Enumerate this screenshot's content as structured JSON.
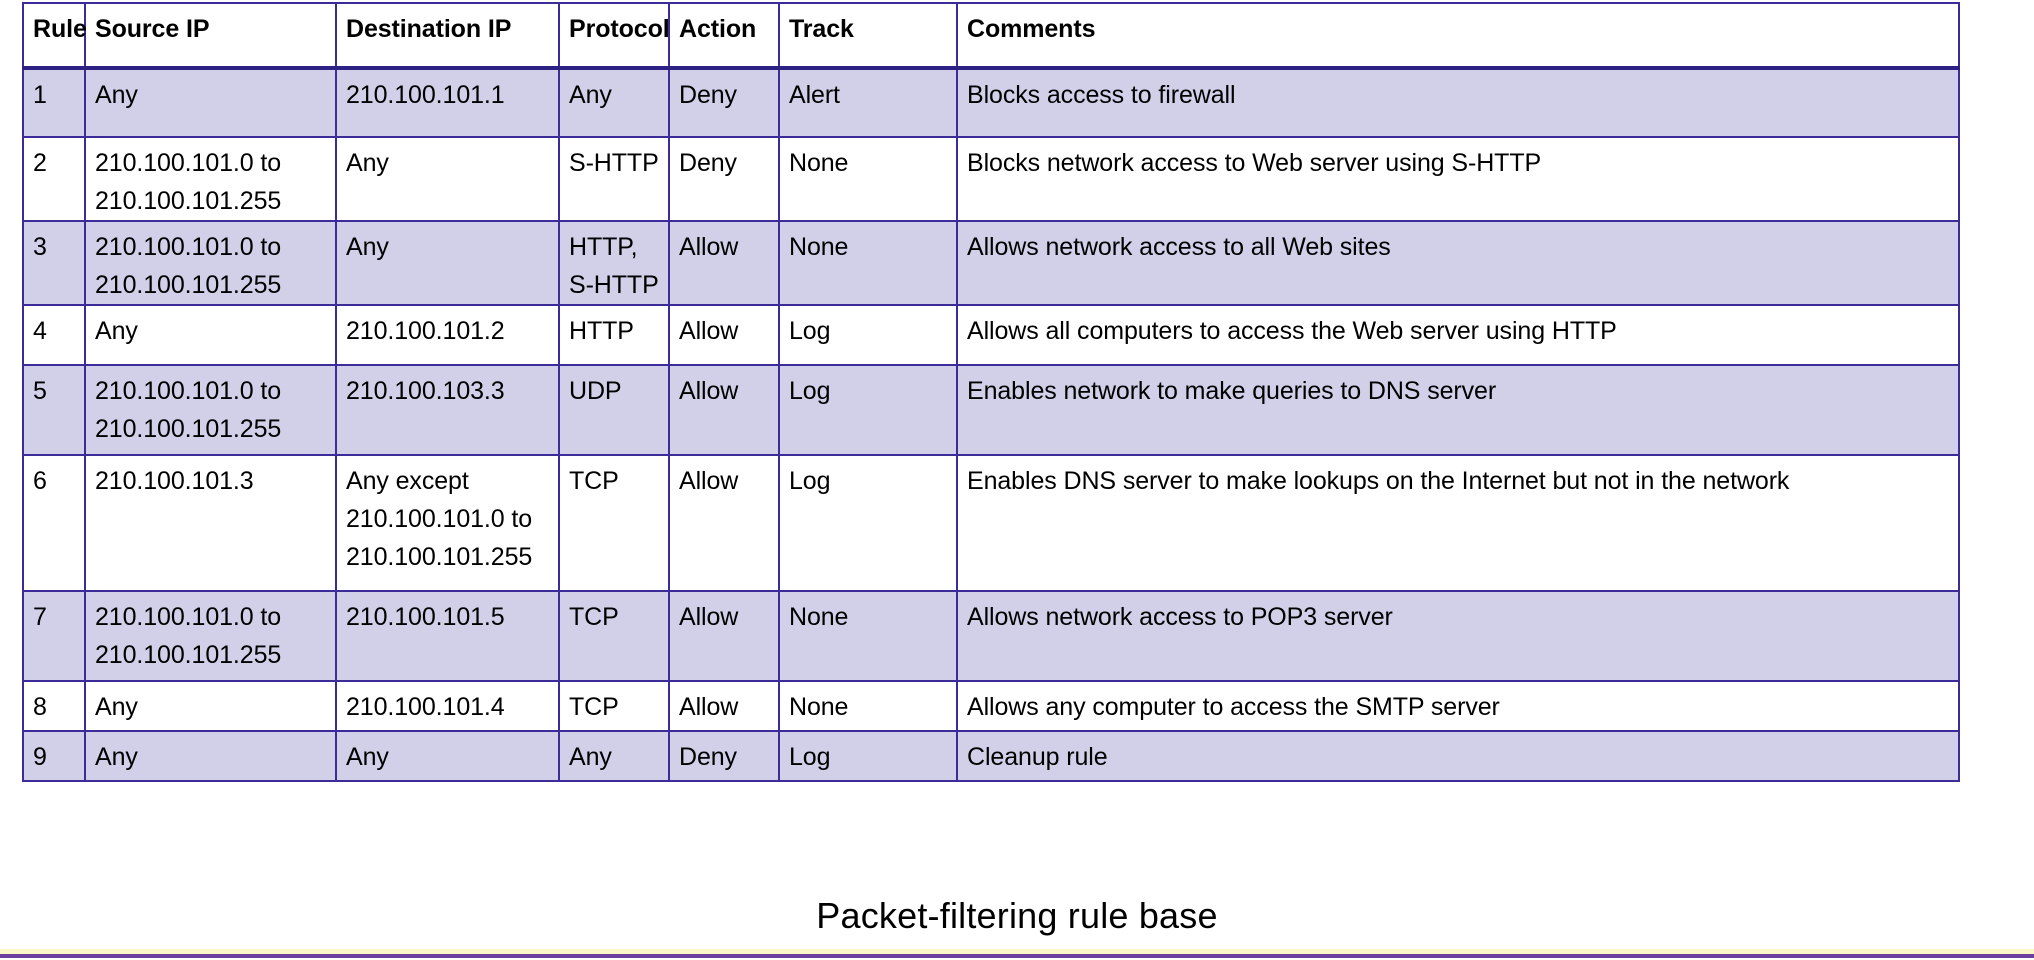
{
  "caption": "Packet-filtering rule base",
  "colors": {
    "table_border": "#3b2c9a",
    "header_underline": "#2e2184",
    "row_shade": "#d2cfe8",
    "row_plain": "#ffffff",
    "bottom_band": "#fbf6c8",
    "bottom_rule": "#6b3fa0"
  },
  "table": {
    "headers": [
      "Rule",
      "Source IP",
      "Destination IP",
      "Protocol",
      "Action",
      "Track",
      "Comments"
    ],
    "rows": [
      {
        "rule": "1",
        "source_ip": [
          "Any"
        ],
        "destination_ip": [
          "210.100.101.1"
        ],
        "protocol": [
          "Any"
        ],
        "action": "Deny",
        "track": "Alert",
        "comments": "Blocks access to firewall"
      },
      {
        "rule": "2",
        "source_ip": [
          "210.100.101.0 to",
          "210.100.101.255"
        ],
        "destination_ip": [
          "Any"
        ],
        "protocol": [
          "S-HTTP"
        ],
        "action": "Deny",
        "track": "None",
        "comments": "Blocks network access to Web server using S-HTTP"
      },
      {
        "rule": "3",
        "source_ip": [
          "210.100.101.0 to",
          "210.100.101.255"
        ],
        "destination_ip": [
          "Any"
        ],
        "protocol": [
          "HTTP,",
          "S-HTTP"
        ],
        "action": "Allow",
        "track": "None",
        "comments": "Allows network access to all Web sites"
      },
      {
        "rule": "4",
        "source_ip": [
          "Any"
        ],
        "destination_ip": [
          "210.100.101.2"
        ],
        "protocol": [
          "HTTP"
        ],
        "action": "Allow",
        "track": "Log",
        "comments": "Allows all computers to access the Web server using HTTP"
      },
      {
        "rule": "5",
        "source_ip": [
          "210.100.101.0 to",
          "210.100.101.255"
        ],
        "destination_ip": [
          "210.100.103.3"
        ],
        "protocol": [
          "UDP"
        ],
        "action": "Allow",
        "track": "Log",
        "comments": "Enables network to make queries to DNS server"
      },
      {
        "rule": "6",
        "source_ip": [
          "210.100.101.3"
        ],
        "destination_ip": [
          "Any except",
          "210.100.101.0 to",
          "210.100.101.255"
        ],
        "protocol": [
          "TCP"
        ],
        "action": "Allow",
        "track": "Log",
        "comments": "Enables DNS server to make lookups on the Internet but not in the network"
      },
      {
        "rule": "7",
        "source_ip": [
          "210.100.101.0 to",
          "210.100.101.255"
        ],
        "destination_ip": [
          "210.100.101.5"
        ],
        "protocol": [
          "TCP"
        ],
        "action": "Allow",
        "track": "None",
        "comments": "Allows network access to POP3 server"
      },
      {
        "rule": "8",
        "source_ip": [
          "Any"
        ],
        "destination_ip": [
          "210.100.101.4"
        ],
        "protocol": [
          "TCP"
        ],
        "action": "Allow",
        "track": "None",
        "comments": "Allows any computer to access the SMTP server"
      },
      {
        "rule": "9",
        "source_ip": [
          "Any"
        ],
        "destination_ip": [
          "Any"
        ],
        "protocol": [
          "Any"
        ],
        "action": "Deny",
        "track": "Log",
        "comments": "Cleanup rule"
      }
    ]
  }
}
